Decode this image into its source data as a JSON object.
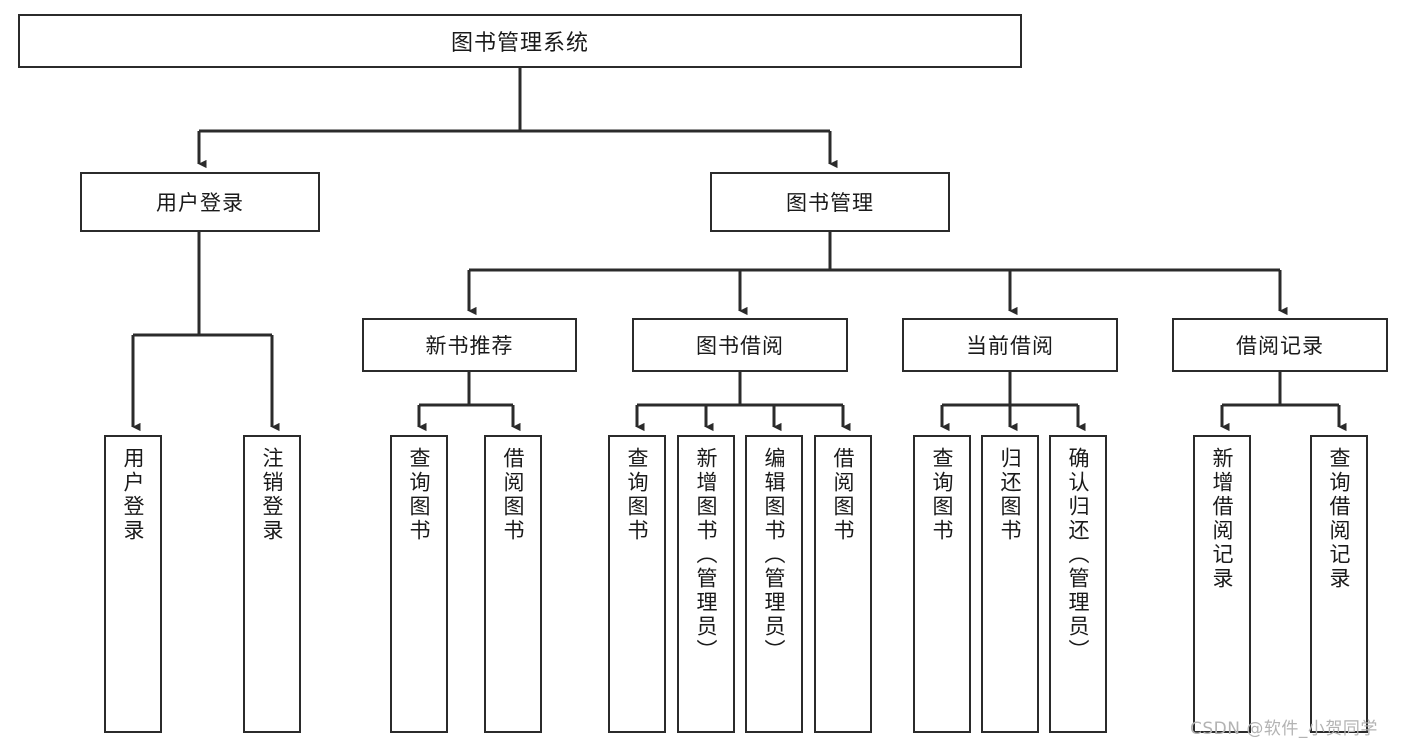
{
  "diagram": {
    "title": "图书管理系统",
    "type": "tree-structure-chart",
    "style": {
      "background": "#ffffff",
      "box_border": "#2b2b2b",
      "box_fill": "#ffffff",
      "connector": "#2b2b2b",
      "text": "#1a1a1a",
      "watermark_color": "#b3b3b3"
    }
  },
  "root": {
    "label": "图书管理系统"
  },
  "level1": [
    {
      "label": "用户登录"
    },
    {
      "label": "图书管理"
    }
  ],
  "level2": [
    {
      "label": "新书推荐"
    },
    {
      "label": "图书借阅"
    },
    {
      "label": "当前借阅"
    },
    {
      "label": "借阅记录"
    }
  ],
  "leaves": {
    "user_login": [
      {
        "label": "用户登录"
      },
      {
        "label": "注销登录"
      }
    ],
    "new_book_recommend": [
      {
        "label": "查询图书"
      },
      {
        "label": "借阅图书"
      }
    ],
    "book_borrow": [
      {
        "label": "查询图书"
      },
      {
        "label": "新增图书（管理员）"
      },
      {
        "label": "编辑图书（管理员）"
      },
      {
        "label": "借阅图书"
      }
    ],
    "current_borrow": [
      {
        "label": "查询图书"
      },
      {
        "label": "归还图书"
      },
      {
        "label": "确认归还（管理员）"
      }
    ],
    "borrow_record": [
      {
        "label": "新增借阅记录"
      },
      {
        "label": "查询借阅记录"
      }
    ]
  },
  "watermark": {
    "text": "CSDN @软件_小贺同学"
  }
}
